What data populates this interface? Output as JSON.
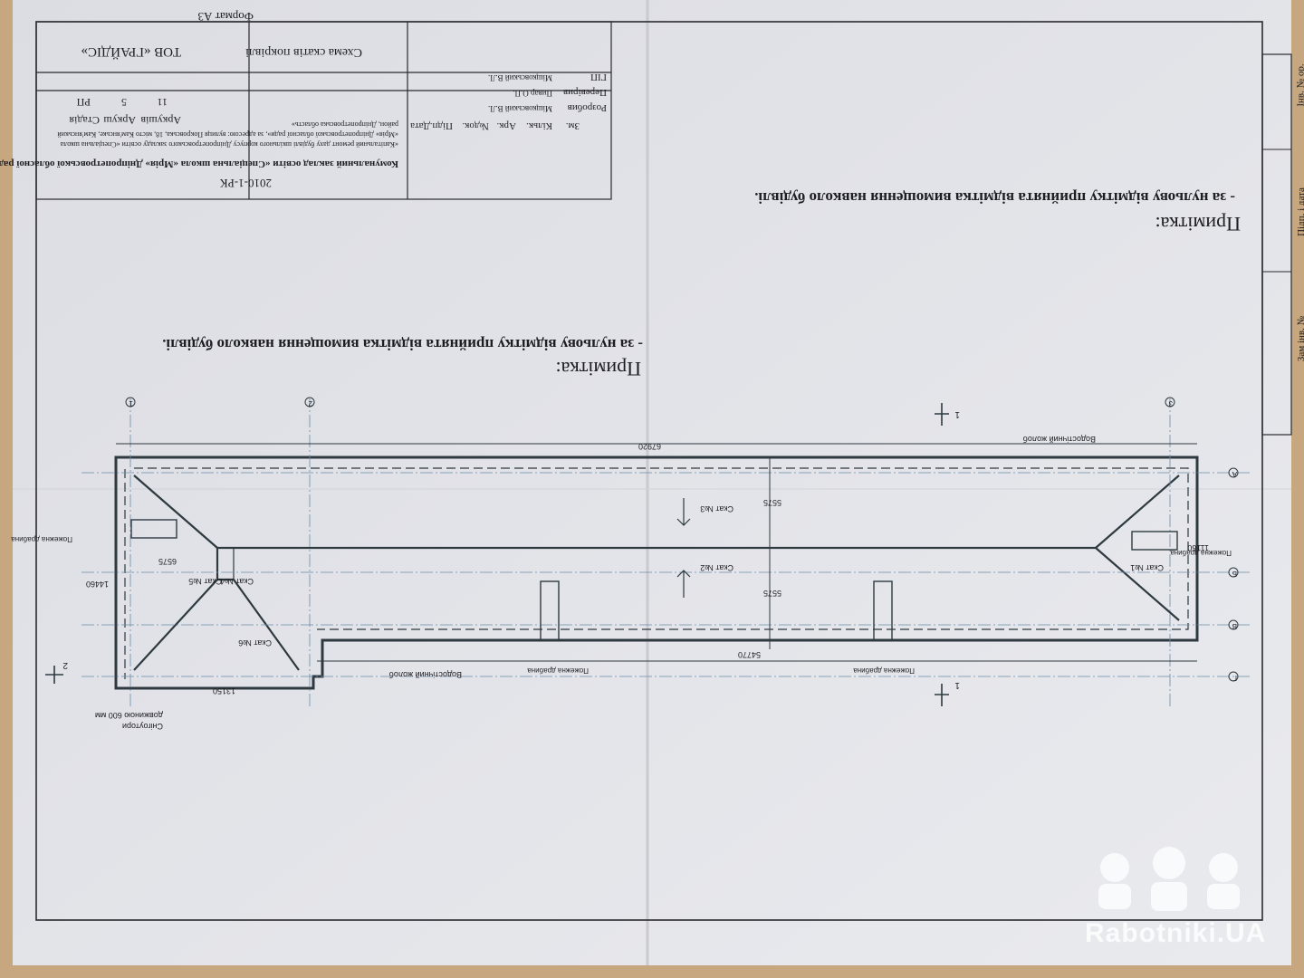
{
  "sheet": {
    "format_label": "Формат А3",
    "drawing_code": "2010-1-РК"
  },
  "notes": {
    "heading": "Примітка:",
    "line": "- за нульову відмітку прийнята відмітка вимощення навколо будівлі."
  },
  "title_block": {
    "project_title": "Комунальний заклад освіти «Спеціальна школа «Мрія» Дніпропетровської обласної ради»",
    "object_description": "«Капітальний ремонт даху будівлі шкільного корпусу Дніпропетровського закладу освіти «Спеціальна школа «Мрія» Дніпропетровської обласної ради», за адресою: вулиця Покровська, 18, місто Кам'янське, Кам'янський район, Дніпропетровська область»",
    "sheet_title": "Схема скатів покрівлі",
    "company": "ТОВ «ГРАЙДІС»",
    "stage_header": "Стадія",
    "sheet_header": "Аркуш",
    "sheets_header": "Аркушів",
    "stage_value": "РП",
    "sheet_value": "5",
    "sheets_value": "11",
    "revision_headers": [
      "Зм.",
      "Кільк.",
      "Арк.",
      "№док.",
      "Підп.",
      "Дата"
    ],
    "roles": [
      {
        "role": "Розробив",
        "name": "Міщковський В.Л."
      },
      {
        "role": "Перевірив",
        "name": "Пивар О.П."
      },
      {
        "role": "ГІП",
        "name": "Міщковський В.Л."
      }
    ]
  },
  "side_stamp": {
    "cells": [
      "Інв. № ор.",
      "Підп. і дата",
      "Зам інв. №"
    ]
  },
  "plan": {
    "overall_length": "67920",
    "inner_length": "54770",
    "left_wing_length": "13150",
    "width": "14460",
    "half_width_1": "5575",
    "half_width_2": "5575",
    "end_width": "11160",
    "small_dim": "6575",
    "gutter_label": "Водостічний жолоб",
    "snow_guard_label_1": "Снігоутори",
    "snow_guard_label_2": "довжиною 600 мм",
    "downpipe_label": "Пожежна драбина",
    "section_marker": "1",
    "section_marker_2": "2",
    "slopes": [
      "Скат №1",
      "Скат №2",
      "Скат №3",
      "Скат №4",
      "Скат №5",
      "Скат №6"
    ],
    "axes": [
      "А",
      "Б",
      "В",
      "Г",
      "1",
      "2",
      "3"
    ]
  },
  "watermark": {
    "text": "Rabotniki.UA"
  }
}
